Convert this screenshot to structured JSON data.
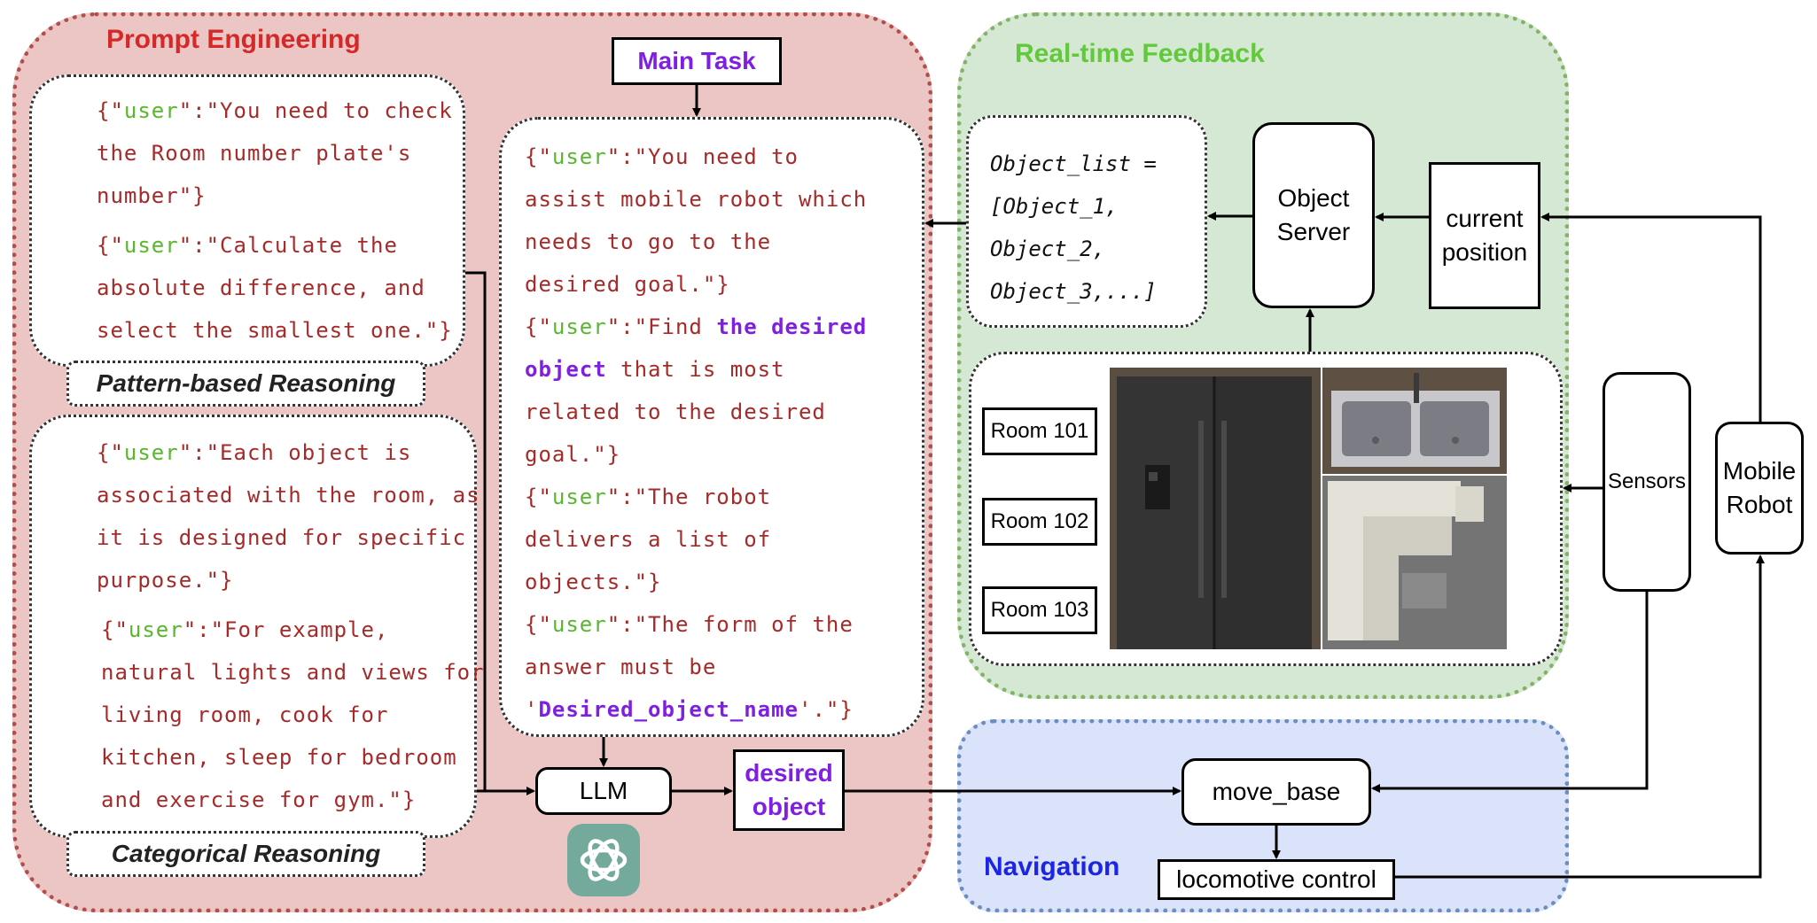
{
  "regions": {
    "prompt_engineering": "Prompt Engineering",
    "realtime_feedback": "Real-time Feedback",
    "navigation": "Navigation"
  },
  "main_task": "Main Task",
  "pattern_card": {
    "line1": "{\"user\":\"You need to check",
    "line2": "the Room number plate's",
    "line3": "number\"}",
    "line4": "{\"user\":\"Calculate the",
    "line5": "absolute difference, and",
    "line6": "select the smallest one.\"}"
  },
  "pattern_caption": "Pattern-based Reasoning",
  "categorical_card": {
    "line1": "{\"user\":\"Each object is",
    "line2": "associated with the room, as",
    "line3": "it is designed for specific",
    "line4": "purpose.\"}",
    "line5": "{\"user\":\"For example,",
    "line6": "natural lights and views for",
    "line7": "living room, cook for",
    "line8": "kitchen, sleep for bedroom",
    "line9": "and exercise for gym.\"}"
  },
  "categorical_caption": "Categorical Reasoning",
  "main_card": {
    "line1": "{\"user\":\"You need to",
    "line2": "assist mobile robot which",
    "line3": "needs to go to the",
    "line4": "desired goal.\"}",
    "line5a": "{\"user\":\"Find ",
    "line5b": "the desired",
    "line6a": "object",
    "line6b": " that is most",
    "line7": "related to the desired",
    "line8": "goal.\"}",
    "line9": "{\"user\":\"The robot",
    "line10": "delivers a list of",
    "line11": "objects.\"}",
    "line12": "{\"user\":\"The form of the",
    "line13": "answer must be",
    "line14a": "'",
    "line14b": "Desired_object_name",
    "line14c": "'.\"}"
  },
  "llm": "LLM",
  "desired_object": {
    "line1": "desired",
    "line2": "object"
  },
  "object_list": {
    "line1": "Object_list =",
    "line2": "[Object_1,",
    "line3": "Object_2,",
    "line4": "Object_3,...]"
  },
  "object_server": {
    "line1": "Object",
    "line2": "Server"
  },
  "current_position": {
    "line1": "current",
    "line2": "position"
  },
  "rooms": [
    "Room 101",
    "Room 102",
    "Room 103"
  ],
  "sensors": "Sensors",
  "mobile_robot": {
    "line1": "Mobile",
    "line2": "Robot"
  },
  "move_base": "move_base",
  "locomotive_control": "locomotive control",
  "colors": {
    "prompt_region": "#ecc6c4",
    "feedback_region": "#d5e8d4",
    "navigation_region": "#dae3fa",
    "highlight_purple": "#7f1fe0",
    "code_text": "#a52a2a",
    "user_keyword": "#59b72d",
    "openai_logo": "#74aa9c"
  }
}
